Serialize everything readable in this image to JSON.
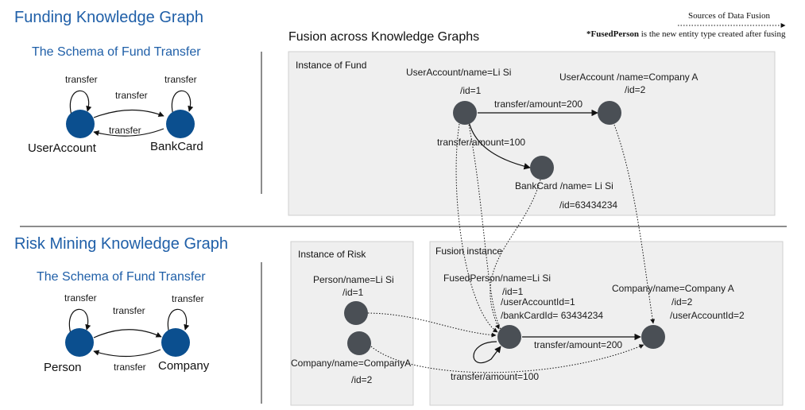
{
  "colors": {
    "title_blue": "#1f5fa8",
    "schema_node": "#0b4f8f",
    "instance_node": "#4a4f55",
    "panel_bg": "#efefef",
    "panel_border": "#cfcfcf",
    "divider": "#8c8c8c"
  },
  "top_section": {
    "title": "Funding Knowledge Graph",
    "schema_title": "The Schema of Fund Transfer",
    "schema": {
      "node_a": "UserAccount",
      "node_b": "BankCard",
      "self_loop_a": "transfer",
      "self_loop_b": "transfer",
      "edge_ab": "transfer",
      "edge_ba": "transfer"
    }
  },
  "bottom_section": {
    "title": "Risk Mining Knowledge Graph",
    "schema_title": "The Schema of Fund Transfer",
    "schema": {
      "node_a": "Person",
      "node_b": "Company",
      "self_loop_a": "transfer",
      "self_loop_b": "transfer",
      "edge_ab": "transfer",
      "edge_ba": "transfer"
    }
  },
  "fusion": {
    "heading": "Fusion across Knowledge Graphs",
    "legend_text": "Sources of Data Fusion",
    "note_bold": "*FusedPerson",
    "note_rest": " is the new entity type created after fusing"
  },
  "fund_panel": {
    "title": "Instance of Fund",
    "ua_li_name": "UserAccount/name=Li Si",
    "ua_li_id": "/id=1",
    "ua_company_name": "UserAccount /name=Company A",
    "ua_company_id": "/id=2",
    "edge_200": "transfer/amount=200",
    "edge_100": "transfer/amount=100",
    "bankcard_name": "BankCard /name= Li Si",
    "bankcard_id": "/id=63434234"
  },
  "risk_panel": {
    "title": "Instance of Risk",
    "person_name": "Person/name=Li Si",
    "person_id": "/id=1",
    "company_name": "Company/name=CompanyA",
    "company_id": "/id=2"
  },
  "fusion_panel": {
    "title": "Fusion instance",
    "fused_name": "FusedPerson/name=Li Si",
    "fused_id": "/id=1",
    "fused_user": "/userAccountId=1",
    "fused_bank": "/bankCardId= 63434234",
    "company_name": "Company/name=Company A",
    "company_id": "/id=2",
    "company_user": "/userAccountId=2",
    "edge_200": "transfer/amount=200",
    "edge_100": "transfer/amount=100"
  }
}
